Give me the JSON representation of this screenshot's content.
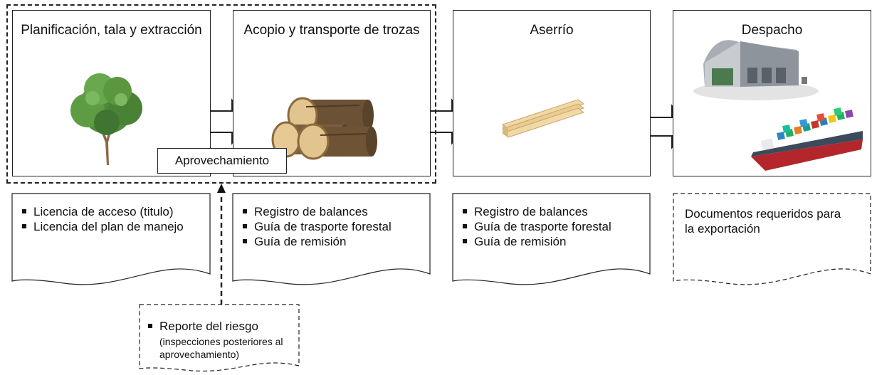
{
  "stages": [
    {
      "title": "Planificación, tala y extracción",
      "image": "tree-icon"
    },
    {
      "title": "Acopio y transporte de trozas",
      "image": "logs-icon"
    },
    {
      "title": "Aserrío",
      "image": "lumber-planks-icon"
    },
    {
      "title": "Despacho",
      "image": "warehouse-and-cargo-ship-icon"
    }
  ],
  "group_label": "Aprovechamiento",
  "documents": [
    {
      "items": [
        "Licencia de acceso (titulo)",
        "Licencia del plan de manejo"
      ]
    },
    {
      "items": [
        "Registro de balances",
        "Guía de trasporte forestal",
        "Guía de remisión"
      ]
    },
    {
      "items": [
        "Registro de balances",
        "Guía de trasporte forestal",
        "Guía de remisión"
      ]
    },
    {
      "text": "Documentos requeridos para la exportación"
    }
  ],
  "risk_report": {
    "item": "Reporte del riesgo",
    "note": "(inspecciones posteriores al aprovechamiento)"
  }
}
